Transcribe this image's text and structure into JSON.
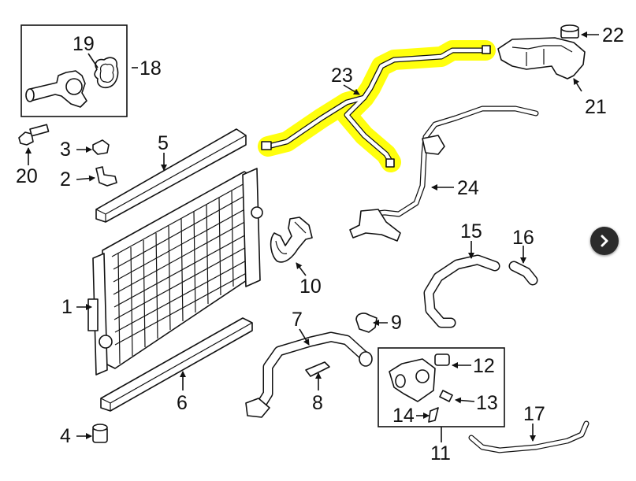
{
  "callouts": {
    "n1": "1",
    "n2": "2",
    "n3": "3",
    "n4": "4",
    "n5": "5",
    "n6": "6",
    "n7": "7",
    "n8": "8",
    "n9": "9",
    "n10": "10",
    "n11": "11",
    "n12": "12",
    "n13": "13",
    "n14": "14",
    "n15": "15",
    "n16": "16",
    "n17": "17",
    "n18": "18",
    "n19": "19",
    "n20": "20",
    "n21": "21",
    "n22": "22",
    "n23": "23",
    "n24": "24"
  },
  "highlight": {
    "part": "23",
    "color": "#ffff00"
  },
  "colors": {
    "line": "#111111",
    "background": "#ffffff",
    "button": "#2b2b2b"
  },
  "icons": {
    "next": "chevron-right-icon"
  }
}
